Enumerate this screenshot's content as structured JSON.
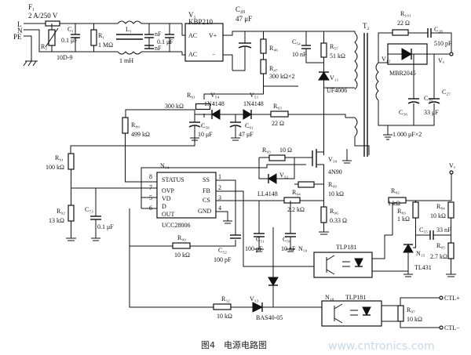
{
  "figure": {
    "caption": "图4　电源电路图",
    "watermark": "www.cntronics.com"
  },
  "input": {
    "fuse_ref": "F₁",
    "fuse_value": "2 A/250 V",
    "line_labels": [
      "L",
      "N",
      "PE"
    ]
  },
  "labels": {
    "r2": "R₂",
    "r2_val": "10D-9",
    "c1": "C₁",
    "c1_val": "0.1 μF",
    "r1": "R₁",
    "r1_val": "1 MΩ",
    "l1": "L₁",
    "l1_val": "1 mH",
    "c2_val": "nF",
    "c3_val": "0.1 μF",
    "c4_val": "nF",
    "bridge_ref": "V₁",
    "bridge_part": "KBP210",
    "bridge_ac1": "AC",
    "bridge_ac2": "AC",
    "bridge_vp": "V+",
    "bridge_vm": "−",
    "c49": "C₄₉",
    "c49_val": "47 μF",
    "r46": "R₄₆",
    "r47": "R₄₇",
    "r47_val": "300 kΩ×2",
    "c54": "C₅₄",
    "c54_val": "10 nF",
    "r57": "R₅₇",
    "r57_val": "51 kΩ",
    "v11": "V₁₁",
    "v11_part": "UF4006",
    "t2": "T₂",
    "r101": "R₁₀₁",
    "r101_val": "22 Ω",
    "c28": "C₂₈",
    "c28_val": "510 pF",
    "v12": "V₁₂",
    "v12_part": "MBR2045",
    "vo": "Vₒ",
    "c56": "C₅₆",
    "c59": "C₅₉",
    "c27": "C₂₇",
    "c27_val": "33 μF",
    "cap_bank": "1 000 μF×2",
    "r61": "R₆₁",
    "r61_val": "300 kΩ",
    "v54": "V₅₄",
    "v54_part": "1N4148",
    "v51": "V₅₁",
    "v51_part": "1N4148",
    "c56b": "C₅₆",
    "c56b_val": "10 μF",
    "c61": "C₆₁",
    "c61_val": "47 μF",
    "r63": "R₆₃",
    "r63_val": "22 Ω",
    "r89": "R₈₉",
    "r89_val": "499 kΩ",
    "r91": "R₉₁",
    "r91_val": "100 kΩ",
    "r92": "R₉₂",
    "r92_val": "13 kΩ",
    "c73": "C₇₃",
    "c73_val": "0.1 μF",
    "n14": "N₁₄",
    "ic_part": "UCC28006",
    "ic_status": "STATUS",
    "ic_ovp": "OVP",
    "ic_vd": "VD",
    "ic_d": "D",
    "ic_out": "OUT",
    "ic_ss": "SS",
    "ic_fb": "FB",
    "ic_cs": "CS",
    "ic_gnd": "GND",
    "pin8": "8",
    "pin7": "7",
    "pin5": "5",
    "pin6": "6",
    "pin1": "1",
    "pin2": "2",
    "pin3": "3",
    "pin4": "4",
    "r93": "R₉₃",
    "r93_val": "10 Ω",
    "v32": "V₃₂",
    "v30": "V₃₀",
    "v30_part": "4N90",
    "r99": "R₉₉",
    "r99_val": "10 kΩ",
    "v32_part": "LL4148",
    "r94": "R₉₄",
    "r94_val": "2.2 kΩ",
    "r96": "R₉₆",
    "r96_val": "0.33 Ω",
    "r90": "R₉₀",
    "r90_val": "10 kΩ",
    "c51": "C₅₁",
    "c51_val": "100 pF",
    "c52": "C₅₂",
    "c52_val": "100 pF",
    "c50": "C₅₀",
    "c50_val": "10 nF",
    "n10": "N₁₀",
    "n10_part": "TLP181",
    "r82": "R₈₂",
    "r82_val": "1 kΩ",
    "r83": "R₈₃",
    "r83_val": "1 kΩ",
    "r84": "R₈₄",
    "r84_val": "10 kΩ",
    "c55": "C₅₅",
    "c55_val": "33 nF",
    "n15": "N₁₅",
    "tl431": "TL431",
    "r85": "R₈₅",
    "r85_val": "2.7 kΩ",
    "vo2": "Vₒ",
    "r32": "R₃₂",
    "r32_val": "10 kΩ",
    "v33": "V₃₃",
    "v33_part": "BAS40-05",
    "n18": "N₁₈",
    "n18_part": "TLP181",
    "r97": "R₉₇",
    "r97_val": "10 kΩ",
    "ctl_plus": "CTL+",
    "ctl_minus": "CTL−"
  }
}
